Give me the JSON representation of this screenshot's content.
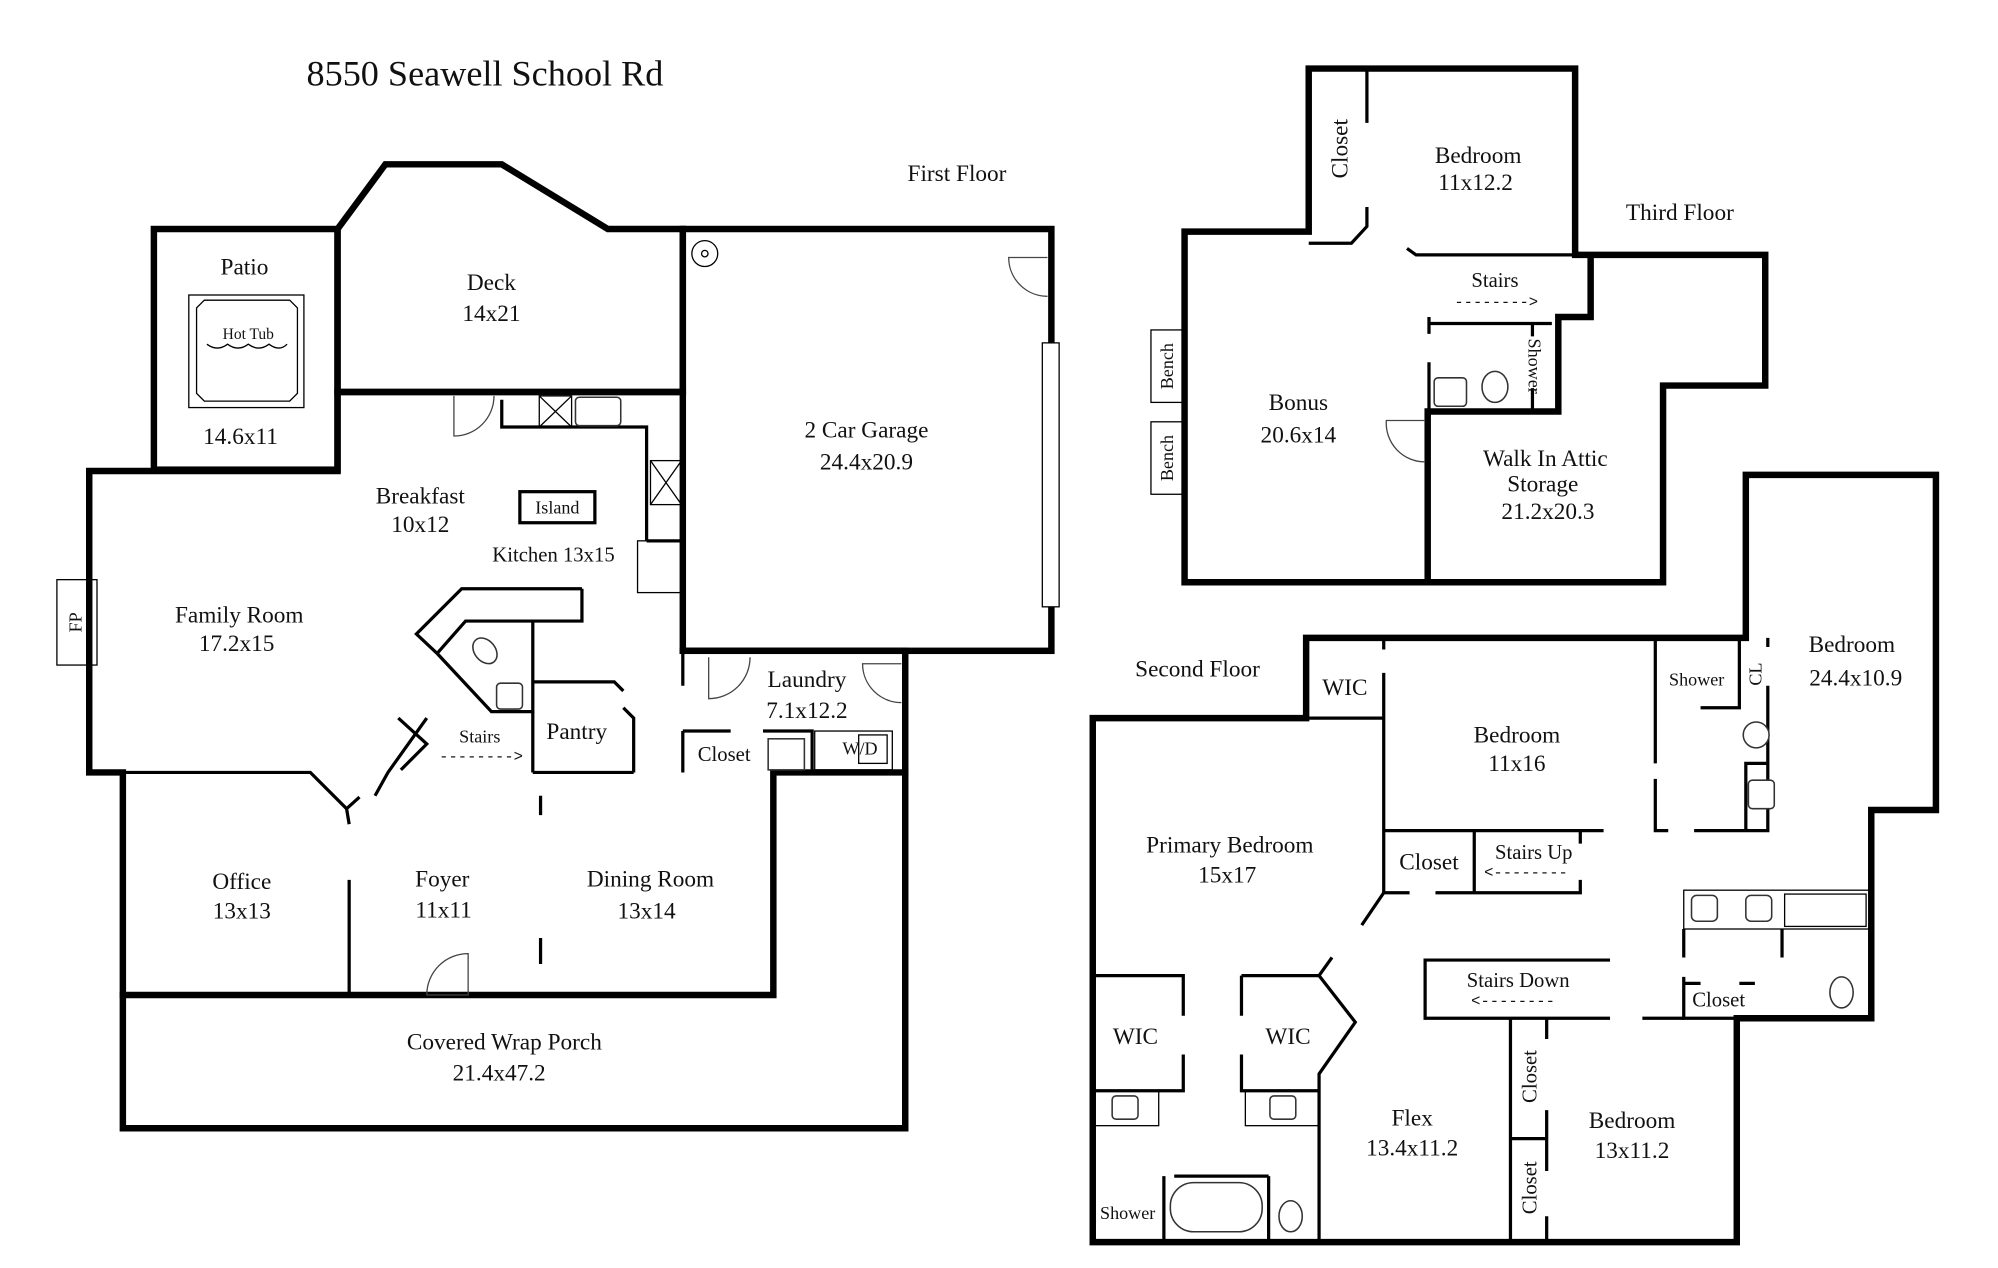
{
  "title": "8550 Seawell School Rd",
  "floors": {
    "first": {
      "label": "First Floor",
      "rooms": {
        "patio": {
          "name": "Patio",
          "size": "14.6x11",
          "feature": "Hot Tub"
        },
        "deck": {
          "name": "Deck",
          "size": "14x21"
        },
        "garage": {
          "name": "2 Car Garage",
          "size": "24.4x20.9"
        },
        "breakfast": {
          "name": "Breakfast",
          "size": "10x12"
        },
        "island": {
          "name": "Island"
        },
        "kitchen": {
          "name": "Kitchen 13x15"
        },
        "family": {
          "name": "Family Room",
          "size": "17.2x15"
        },
        "fireplace": {
          "name": "FP"
        },
        "stairs": {
          "name": "Stairs",
          "arrow": "-------->"
        },
        "pantry": {
          "name": "Pantry"
        },
        "laundry": {
          "name": "Laundry",
          "size": "7.1x12.2"
        },
        "laundry_closet": {
          "name": "Closet"
        },
        "washer_dryer": {
          "name": "W/D"
        },
        "office": {
          "name": "Office",
          "size": "13x13"
        },
        "foyer": {
          "name": "Foyer",
          "size": "11x11"
        },
        "dining": {
          "name": "Dining Room",
          "size": "13x14"
        },
        "porch": {
          "name": "Covered Wrap Porch",
          "size": "21.4x47.2"
        }
      }
    },
    "second": {
      "label": "Second Floor",
      "rooms": {
        "wic_top": {
          "name": "WIC"
        },
        "bedroom_mid": {
          "name": "Bedroom",
          "size": "11x16"
        },
        "shower_top": {
          "name": "Shower"
        },
        "cl": {
          "name": "CL"
        },
        "bedroom_right": {
          "name": "Bedroom",
          "size": "24.4x10.9"
        },
        "primary": {
          "name": "Primary Bedroom",
          "size": "15x17"
        },
        "closet_mid": {
          "name": "Closet"
        },
        "stairs_up": {
          "name": "Stairs Up",
          "arrow": "<--------"
        },
        "stairs_down": {
          "name": "Stairs Down",
          "arrow": "<--------"
        },
        "closet_bath": {
          "name": "Closet"
        },
        "wic_left": {
          "name": "WIC"
        },
        "wic_right": {
          "name": "WIC"
        },
        "shower_primary": {
          "name": "Shower"
        },
        "flex": {
          "name": "Flex",
          "size": "13.4x11.2"
        },
        "closet_v1": {
          "name": "Closet"
        },
        "closet_v2": {
          "name": "Closet"
        },
        "bedroom_bottom": {
          "name": "Bedroom",
          "size": "13x11.2"
        }
      }
    },
    "third": {
      "label": "Third Floor",
      "rooms": {
        "closet": {
          "name": "Closet"
        },
        "bedroom": {
          "name": "Bedroom",
          "size": "11x12.2"
        },
        "stairs": {
          "name": "Stairs",
          "arrow": "-------->"
        },
        "shower": {
          "name": "Shower"
        },
        "bench1": {
          "name": "Bench"
        },
        "bench2": {
          "name": "Bench"
        },
        "bonus": {
          "name": "Bonus",
          "size": "20.6x14"
        },
        "attic": {
          "name": "Walk In Attic",
          "name2": "Storage",
          "size": "21.2x20.3"
        }
      }
    }
  }
}
